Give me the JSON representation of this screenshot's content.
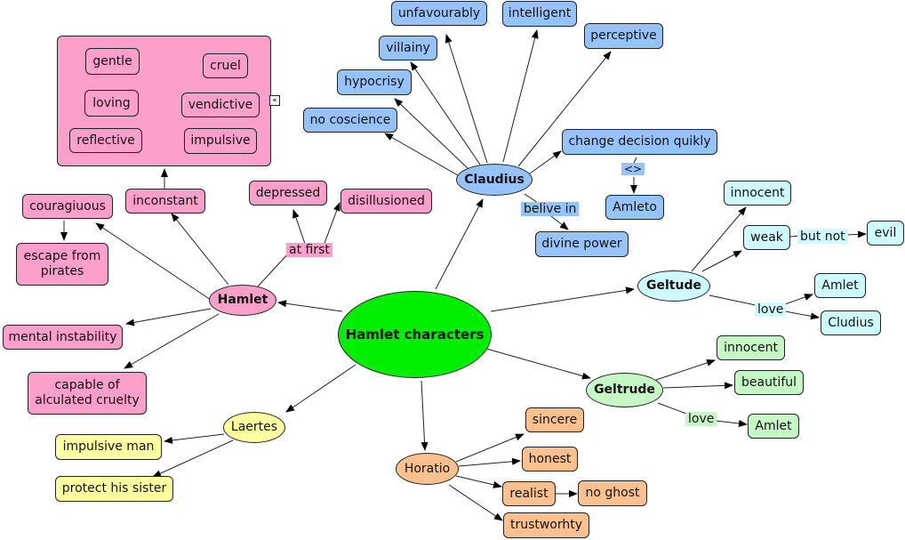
{
  "center": "Hamlet characters",
  "hamlet": {
    "name": "Hamlet",
    "traits": [
      "mental instability",
      "capable of alculated cruelty"
    ],
    "courage": "couragiuous",
    "escape": "escape from pirates",
    "inconstant": "inconstant",
    "at_first_label": "at first",
    "depressed": "depressed",
    "disillusioned": "disillusioned",
    "pairs": [
      [
        "gentle",
        "cruel"
      ],
      [
        "loving",
        "vendictive"
      ],
      [
        "reflective",
        "impulsive"
      ]
    ],
    "collapse_glyph": "«"
  },
  "claudius": {
    "name": "Claudius",
    "traits": [
      "unfavourably",
      "intelligent",
      "villainy",
      "perceptive",
      "hypocrisy",
      "no coscience"
    ],
    "change": "change decision quikly",
    "diamond_label": "<>",
    "amleto": "Amleto",
    "belive_label": "belive in",
    "power": "divine power"
  },
  "geltude": {
    "name": "Geltude",
    "innocent": "innocent",
    "weak": "weak",
    "but_not_label": "but not",
    "evil": "evil",
    "love_label": "love",
    "amlet": "Amlet",
    "cludius": "Cludius"
  },
  "geltrude": {
    "name": "Geltrude",
    "innocent": "innocent",
    "beautiful": "beautiful",
    "love_label": "love",
    "amlet": "Amlet"
  },
  "horatio": {
    "name": "Horatio",
    "sincere": "sincere",
    "honest": "honest",
    "realist": "realist",
    "no_ghost": "no ghost",
    "trustworthy": "trustworhty"
  },
  "laertes": {
    "name": "Laertes",
    "impulsive": "impulsive man",
    "protect": "protect his sister"
  }
}
